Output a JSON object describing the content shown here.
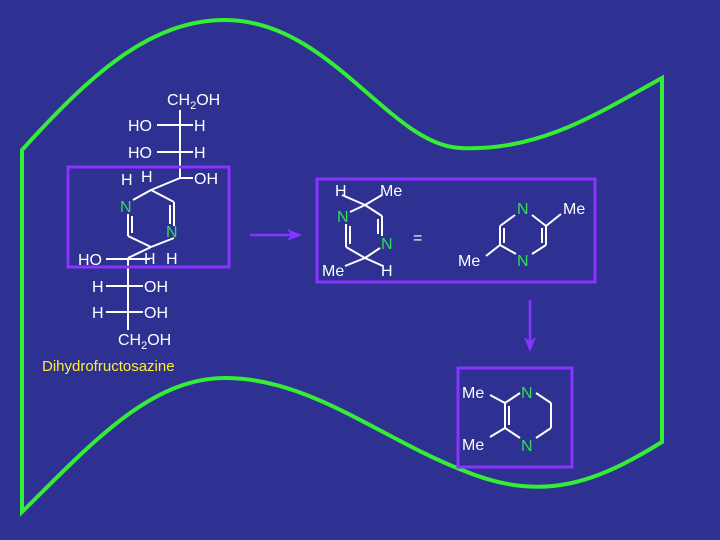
{
  "colors": {
    "background": "#2e3192",
    "outline": "#33ee33",
    "box": "#8833ff",
    "arrow": "#8833ff",
    "bond": "#ffffff",
    "nitrogen": "#33dd55",
    "caption": "#ffee33"
  },
  "molecule1": {
    "top_group": "CH",
    "top_group_sub": "2",
    "top_group_end": "OH",
    "row1_left": "HO",
    "row1_right": "H",
    "row2_left": "HO",
    "row2_right": "H",
    "row3_left": "H",
    "row3_mid": "H",
    "row3_right": "OH",
    "ring_n1": "N",
    "ring_n2": "N",
    "row4_left": "HO",
    "row4_mid": "H",
    "row4_right": "H",
    "row5_left": "H",
    "row5_right": "OH",
    "row6_left": "H",
    "row6_right": "OH",
    "bottom_group": "CH",
    "bottom_group_sub": "2",
    "bottom_group_end": "OH",
    "caption": "Dihydrofructosazine"
  },
  "molecule2": {
    "top_h": "H",
    "top_me": "Me",
    "n1": "N",
    "n2": "N",
    "bottom_me": "Me",
    "bottom_h": "H"
  },
  "equals": "=",
  "molecule3": {
    "n1": "N",
    "n2": "N",
    "me_right": "Me",
    "me_left": "Me"
  },
  "molecule4": {
    "me_top": "Me",
    "me_bottom": "Me",
    "n1": "N",
    "n2": "N"
  }
}
